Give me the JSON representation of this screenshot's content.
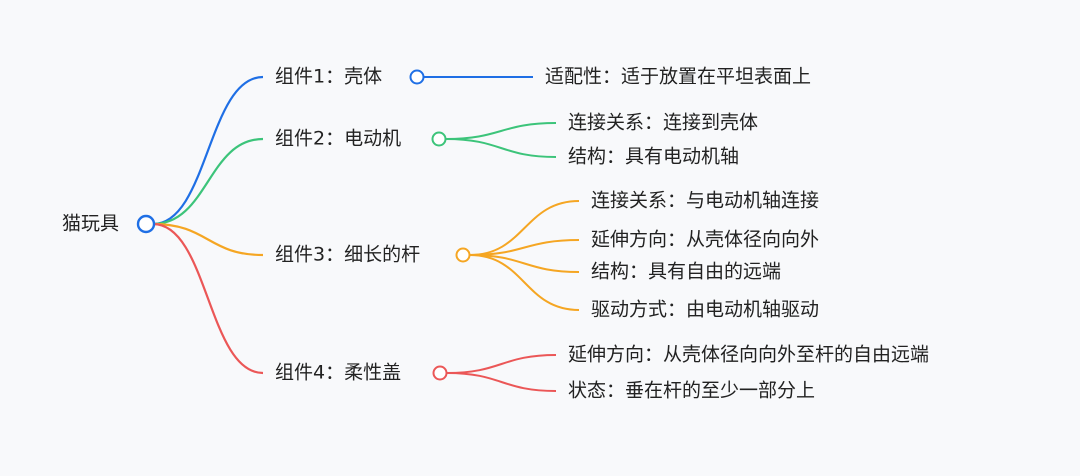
{
  "root": {
    "label": "猫玩具",
    "color": "#1f6fe5"
  },
  "branches": [
    {
      "label": "组件1：壳体",
      "color": "#1f6fe5",
      "children": [
        "适配性：适于放置在平坦表面上"
      ]
    },
    {
      "label": "组件2：电动机",
      "color": "#3cc47a",
      "children": [
        "连接关系：连接到壳体",
        "结构：具有电动机轴"
      ]
    },
    {
      "label": "组件3：细长的杆",
      "color": "#f5a623",
      "children": [
        "连接关系：与电动机轴连接",
        "延伸方向：从壳体径向向外",
        "结构：具有自由的远端",
        "驱动方式：由电动机轴驱动"
      ]
    },
    {
      "label": "组件4：柔性盖",
      "color": "#eb5757",
      "children": [
        "延伸方向：从壳体径向向外至杆的自由远端",
        "状态：垂在杆的至少一部分上"
      ]
    }
  ]
}
